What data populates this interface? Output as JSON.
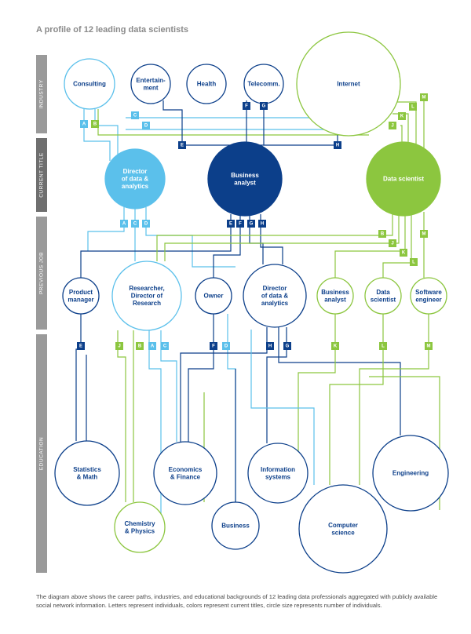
{
  "title": "A profile of 12 leading data scientists",
  "caption": "The diagram above shows the career paths, industries, and educational backgrounds of 12 leading data professionals aggregated with publicly available social network information. Letters represent individuals, colors represent current titles, circle size represents number of individuals.",
  "colors": {
    "director": "#5bc0eb",
    "analyst": "#0c3f8a",
    "scientist": "#8cc63f",
    "band": "#9a9a9a",
    "band_dark": "#6f6f6f"
  },
  "bands": [
    {
      "id": "industry",
      "label": "INDUSTRY"
    },
    {
      "id": "current",
      "label": "CURRENT TITLE"
    },
    {
      "id": "previous",
      "label": "PREVIOUS JOB"
    },
    {
      "id": "education",
      "label": "EDUCATION"
    }
  ],
  "nodes": [
    {
      "id": "consulting",
      "lines": [
        "Consulting"
      ],
      "style": "outline-director"
    },
    {
      "id": "entertainment",
      "lines": [
        "Entertain-",
        "ment"
      ],
      "style": "outline-analyst"
    },
    {
      "id": "health",
      "lines": [
        "Health"
      ],
      "style": "outline-analyst"
    },
    {
      "id": "telecomm",
      "lines": [
        "Telecomm."
      ],
      "style": "outline-analyst"
    },
    {
      "id": "internet",
      "lines": [
        "Internet"
      ],
      "style": "outline-scientist"
    },
    {
      "id": "director_current",
      "lines": [
        "Director",
        "of data &",
        "analytics"
      ],
      "style": "fill-director"
    },
    {
      "id": "analyst_current",
      "lines": [
        "Business",
        "analyst"
      ],
      "style": "fill-analyst"
    },
    {
      "id": "scientist_current",
      "lines": [
        "Data scientist"
      ],
      "style": "fill-scientist"
    },
    {
      "id": "product_manager",
      "lines": [
        "Product",
        "manager"
      ],
      "style": "outline-analyst"
    },
    {
      "id": "researcher",
      "lines": [
        "Researcher,",
        "Director of",
        "Research"
      ],
      "style": "outline-director"
    },
    {
      "id": "owner",
      "lines": [
        "Owner"
      ],
      "style": "outline-analyst"
    },
    {
      "id": "director_prev",
      "lines": [
        "Director",
        "of data &",
        "analytics"
      ],
      "style": "outline-analyst"
    },
    {
      "id": "analyst_prev",
      "lines": [
        "Business",
        "analyst"
      ],
      "style": "outline-scientist"
    },
    {
      "id": "scientist_prev",
      "lines": [
        "Data",
        "scientist"
      ],
      "style": "outline-scientist"
    },
    {
      "id": "software_engineer",
      "lines": [
        "Software",
        "engineer"
      ],
      "style": "outline-scientist"
    },
    {
      "id": "stats",
      "lines": [
        "Statistics",
        "& Math"
      ],
      "style": "outline-analyst"
    },
    {
      "id": "economics",
      "lines": [
        "Economics",
        "& Finance"
      ],
      "style": "outline-analyst"
    },
    {
      "id": "info_systems",
      "lines": [
        "Information",
        "systems"
      ],
      "style": "outline-analyst"
    },
    {
      "id": "engineering",
      "lines": [
        "Engineering"
      ],
      "style": "outline-analyst"
    },
    {
      "id": "chemistry",
      "lines": [
        "Chemistry",
        "& Physics"
      ],
      "style": "outline-scientist"
    },
    {
      "id": "business",
      "lines": [
        "Business"
      ],
      "style": "outline-analyst"
    },
    {
      "id": "computer_science",
      "lines": [
        "Computer",
        "science"
      ],
      "style": "outline-analyst"
    }
  ],
  "tags": [
    {
      "id": "ind_A",
      "letter": "A",
      "group": "director"
    },
    {
      "id": "ind_B",
      "letter": "B",
      "group": "scientist"
    },
    {
      "id": "ind_C",
      "letter": "C",
      "group": "director"
    },
    {
      "id": "ind_D",
      "letter": "D",
      "group": "director"
    },
    {
      "id": "ind_E",
      "letter": "E",
      "group": "analyst"
    },
    {
      "id": "ind_F",
      "letter": "F",
      "group": "analyst"
    },
    {
      "id": "ind_G",
      "letter": "G",
      "group": "analyst"
    },
    {
      "id": "ind_H",
      "letter": "H",
      "group": "analyst"
    },
    {
      "id": "ind_J",
      "letter": "J",
      "group": "scientist"
    },
    {
      "id": "ind_K",
      "letter": "K",
      "group": "scientist"
    },
    {
      "id": "ind_L",
      "letter": "L",
      "group": "scientist"
    },
    {
      "id": "ind_M",
      "letter": "M",
      "group": "scientist"
    },
    {
      "id": "dir_A",
      "letter": "A",
      "group": "director"
    },
    {
      "id": "dir_C",
      "letter": "C",
      "group": "director"
    },
    {
      "id": "dir_D",
      "letter": "D",
      "group": "director"
    },
    {
      "id": "ba_E",
      "letter": "E",
      "group": "analyst"
    },
    {
      "id": "ba_F",
      "letter": "F",
      "group": "analyst"
    },
    {
      "id": "ba_G",
      "letter": "G",
      "group": "analyst"
    },
    {
      "id": "ba_H",
      "letter": "H",
      "group": "analyst"
    },
    {
      "id": "ds_B",
      "letter": "B",
      "group": "scientist"
    },
    {
      "id": "ds_J",
      "letter": "J",
      "group": "scientist"
    },
    {
      "id": "ds_K",
      "letter": "K",
      "group": "scientist"
    },
    {
      "id": "ds_L",
      "letter": "L",
      "group": "scientist"
    },
    {
      "id": "ds_M",
      "letter": "M",
      "group": "scientist"
    },
    {
      "id": "pm_E",
      "letter": "E",
      "group": "analyst"
    },
    {
      "id": "rs_J",
      "letter": "J",
      "group": "scientist"
    },
    {
      "id": "rs_B",
      "letter": "B",
      "group": "scientist"
    },
    {
      "id": "rs_A",
      "letter": "A",
      "group": "director"
    },
    {
      "id": "rs_C",
      "letter": "C",
      "group": "director"
    },
    {
      "id": "ow_F",
      "letter": "F",
      "group": "analyst"
    },
    {
      "id": "ow_D",
      "letter": "D",
      "group": "director"
    },
    {
      "id": "dp_H",
      "letter": "H",
      "group": "analyst"
    },
    {
      "id": "dp_G",
      "letter": "G",
      "group": "analyst"
    },
    {
      "id": "bap_K",
      "letter": "K",
      "group": "scientist"
    },
    {
      "id": "dsp_L",
      "letter": "L",
      "group": "scientist"
    },
    {
      "id": "sw_M",
      "letter": "M",
      "group": "scientist"
    }
  ]
}
